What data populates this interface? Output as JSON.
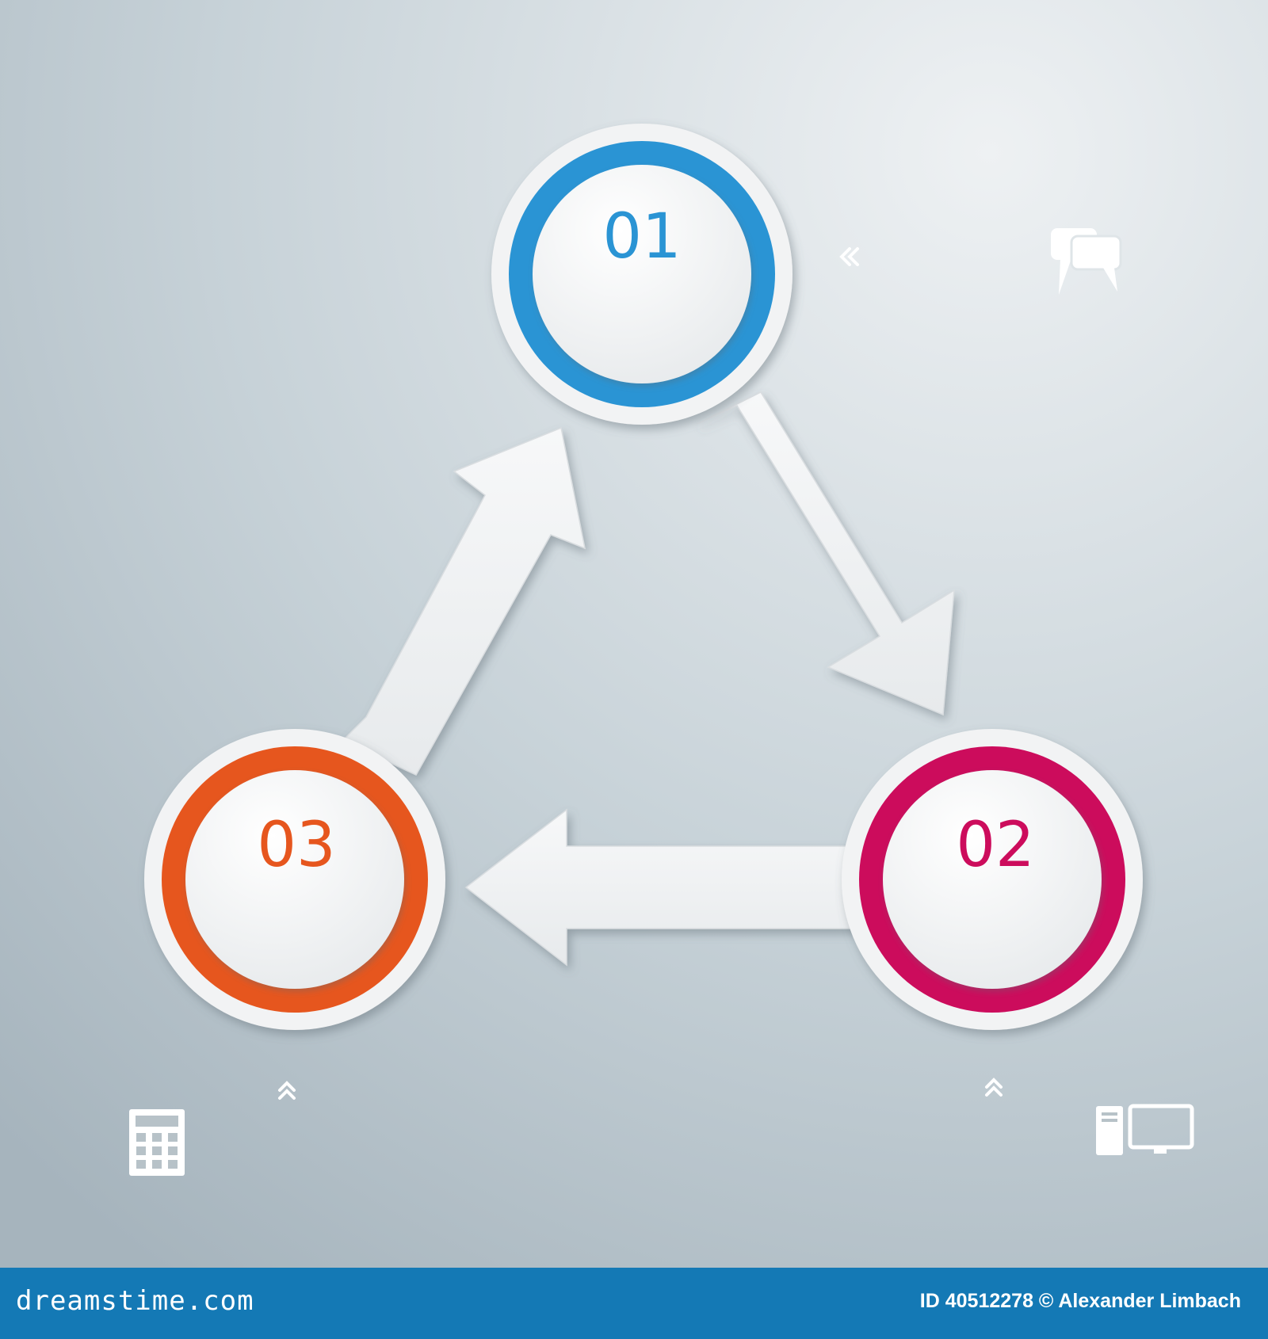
{
  "steps": [
    {
      "number": "01",
      "color": "#2a94d4"
    },
    {
      "number": "02",
      "color": "#cc0c5c"
    },
    {
      "number": "03",
      "color": "#e6561e"
    }
  ],
  "icons": {
    "chat": "speech-bubbles-icon",
    "calculator": "calculator-icon",
    "computer": "desktop-computer-icon",
    "chevron_left": "double-chevron-left-icon",
    "chevron_up": "double-chevron-up-icon"
  },
  "footer": {
    "brand": "dreamstime.com",
    "credit": "ID 40512278 © Alexander Limbach"
  },
  "colors": {
    "background_light": "#eaeef0",
    "background_dark": "#a9b7c0",
    "footer": "#1479b5",
    "paper": "#f4f5f6"
  }
}
